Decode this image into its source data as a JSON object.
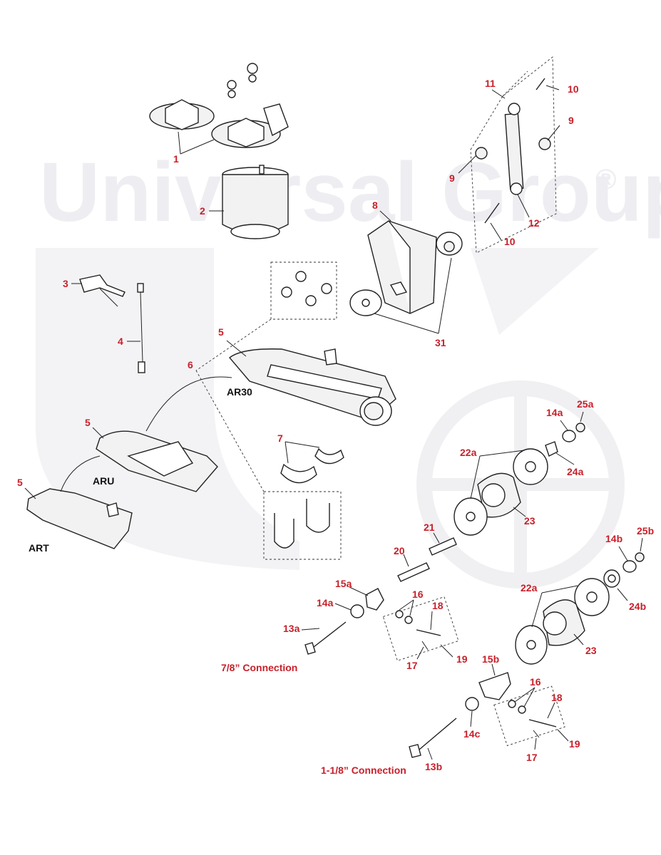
{
  "watermark": {
    "text": "Universal Group",
    "mark": "®"
  },
  "callouts": [
    {
      "id": "c1",
      "text": "1"
    },
    {
      "id": "c2",
      "text": "2"
    },
    {
      "id": "c3",
      "text": "3"
    },
    {
      "id": "c4",
      "text": "4"
    },
    {
      "id": "c5a",
      "text": "5"
    },
    {
      "id": "c5b",
      "text": "5"
    },
    {
      "id": "c5c",
      "text": "5"
    },
    {
      "id": "c6",
      "text": "6"
    },
    {
      "id": "c7",
      "text": "7"
    },
    {
      "id": "c8",
      "text": "8"
    },
    {
      "id": "c9a",
      "text": "9"
    },
    {
      "id": "c9b",
      "text": "9"
    },
    {
      "id": "c10a",
      "text": "10"
    },
    {
      "id": "c10b",
      "text": "10"
    },
    {
      "id": "c11",
      "text": "11"
    },
    {
      "id": "c12",
      "text": "12"
    },
    {
      "id": "c31",
      "text": "31"
    },
    {
      "id": "c14a1",
      "text": "14a"
    },
    {
      "id": "c25a",
      "text": "25a"
    },
    {
      "id": "c22a1",
      "text": "22a"
    },
    {
      "id": "c24a",
      "text": "24a"
    },
    {
      "id": "c23a",
      "text": "23"
    },
    {
      "id": "c21",
      "text": "21"
    },
    {
      "id": "c20",
      "text": "20"
    },
    {
      "id": "c14b",
      "text": "14b"
    },
    {
      "id": "c25b",
      "text": "25b"
    },
    {
      "id": "c22a2",
      "text": "22a"
    },
    {
      "id": "c24b",
      "text": "24b"
    },
    {
      "id": "c23b",
      "text": "23"
    },
    {
      "id": "c15a",
      "text": "15a"
    },
    {
      "id": "c16a",
      "text": "16"
    },
    {
      "id": "c14a2",
      "text": "14a"
    },
    {
      "id": "c18a",
      "text": "18"
    },
    {
      "id": "c13a",
      "text": "13a"
    },
    {
      "id": "c19a",
      "text": "19"
    },
    {
      "id": "c17a",
      "text": "17"
    },
    {
      "id": "c15b",
      "text": "15b"
    },
    {
      "id": "c16b",
      "text": "16"
    },
    {
      "id": "c18b",
      "text": "18"
    },
    {
      "id": "c14c",
      "text": "14c"
    },
    {
      "id": "c19b",
      "text": "19"
    },
    {
      "id": "c17b",
      "text": "17"
    },
    {
      "id": "c13b",
      "text": "13b"
    }
  ],
  "variant_labels": [
    {
      "id": "v1",
      "text": "AR30"
    },
    {
      "id": "v2",
      "text": "ARU"
    },
    {
      "id": "v3",
      "text": "ART"
    }
  ],
  "connections": [
    {
      "id": "k1",
      "text": "7/8” Connection"
    },
    {
      "id": "k2",
      "text": "1-1/8” Connection"
    }
  ],
  "colors": {
    "callout": "#c8202a",
    "variant": "#111111",
    "watermark": "#eeeef2",
    "line": "#222222"
  }
}
